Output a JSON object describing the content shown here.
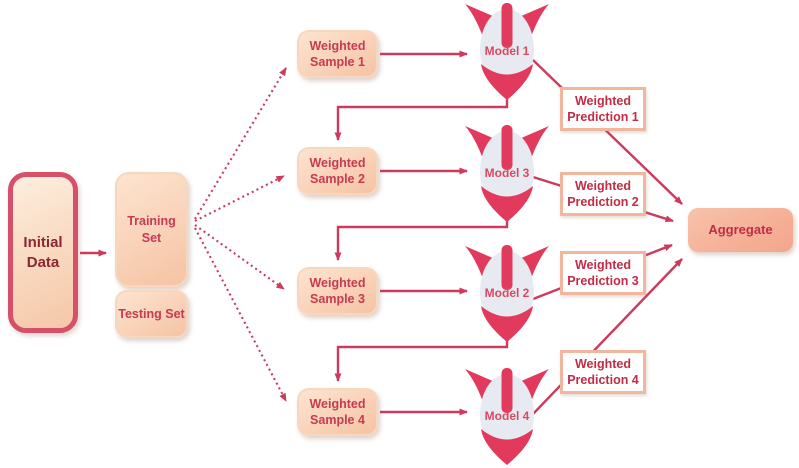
{
  "colors": {
    "accent": "#e23a5c",
    "line": "#cc3a5c",
    "border-strong": "#d65069",
    "peach-border": "#f8d7c0",
    "pred-border": "#f1b79e",
    "text-dark": "#8d2533",
    "text-crimson": "#c63a52",
    "text-pred": "#c22c44",
    "model-text": "#d84a62",
    "rocket-body": "#e7ebf1"
  },
  "nodes": {
    "initial": {
      "label": "Initial Data"
    },
    "training": {
      "label": "Training Set"
    },
    "testing": {
      "label": "Testing Set"
    },
    "samples": [
      {
        "label": "Weighted Sample 1"
      },
      {
        "label": "Weighted Sample 2"
      },
      {
        "label": "Weighted Sample 3"
      },
      {
        "label": "Weighted Sample 4"
      }
    ],
    "models": [
      {
        "label": "Model 1"
      },
      {
        "label": "Model 3"
      },
      {
        "label": "Model 2"
      },
      {
        "label": "Model 4"
      }
    ],
    "predictions": [
      {
        "label": "Weighted Prediction 1"
      },
      {
        "label": "Weighted Prediction 2"
      },
      {
        "label": "Weighted Prediction 3"
      },
      {
        "label": "Weighted Prediction 4"
      }
    ],
    "aggregate": {
      "label": "Aggregate"
    }
  }
}
